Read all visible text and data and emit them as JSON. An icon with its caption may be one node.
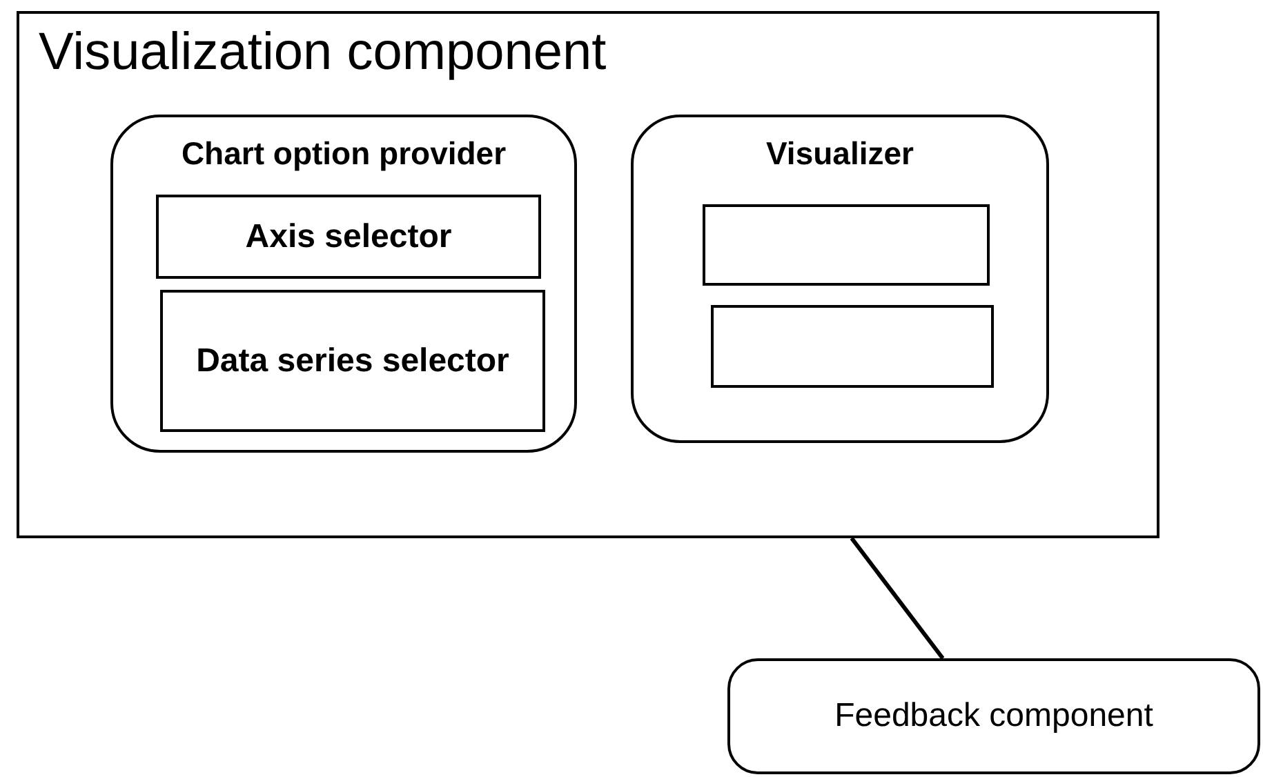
{
  "diagram": {
    "nodes": [
      {
        "text": [
          "Visualization component"
        ]
      },
      {
        "text": [
          "Chart option provider"
        ],
        "in": 0
      },
      {
        "text": [
          "Axis selector"
        ],
        "in": 1
      },
      {
        "text": [
          "Data series selector"
        ],
        "in": 1
      },
      {
        "text": [
          "Visualizer"
        ],
        "in": 0
      },
      {
        "text": [],
        "shape": "box",
        "in": 4
      },
      {
        "text": [],
        "shape": "box",
        "in": 4
      },
      {
        "text": [
          "Feedback component"
        ]
      }
    ],
    "edges": [
      {
        "from": 0,
        "to": 7,
        "arrow": "none"
      }
    ]
  }
}
